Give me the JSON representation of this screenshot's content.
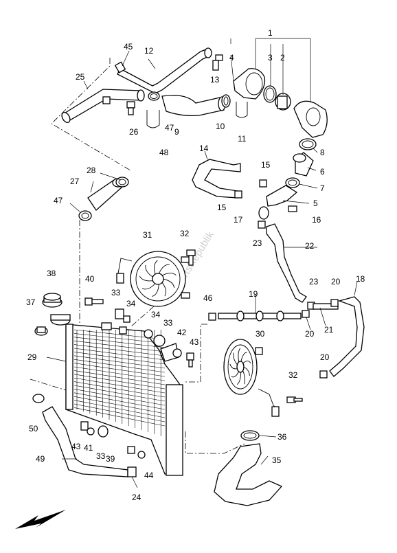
{
  "watermark": "PartsRepublik",
  "callouts": [
    "1",
    "2",
    "3",
    "4",
    "5",
    "6",
    "7",
    "8",
    "9",
    "10",
    "11",
    "12",
    "13",
    "14",
    "15",
    "15",
    "16",
    "17",
    "18",
    "19",
    "20",
    "20",
    "20",
    "21",
    "22",
    "23",
    "23",
    "24",
    "25",
    "26",
    "27",
    "28",
    "29",
    "30",
    "31",
    "32",
    "32",
    "33",
    "33",
    "33",
    "34",
    "34",
    "35",
    "36",
    "37",
    "38",
    "39",
    "40",
    "41",
    "42",
    "43",
    "43",
    "44",
    "45",
    "46",
    "47",
    "47",
    "48",
    "49",
    "50"
  ],
  "direction_arrow": "arrow-down-left-icon"
}
